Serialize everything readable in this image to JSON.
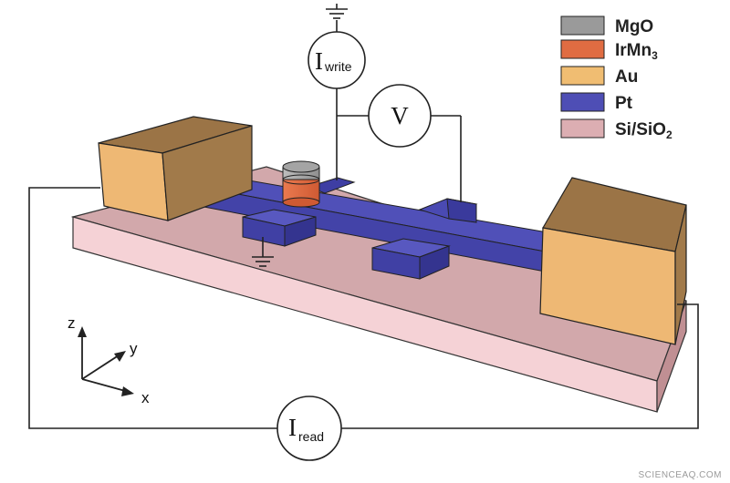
{
  "legend": {
    "items": [
      {
        "label": "MgO",
        "sub": "",
        "color": "#9a9a9a"
      },
      {
        "label": "IrMn",
        "sub": "3",
        "color": "#e06c42"
      },
      {
        "label": "Au",
        "sub": "",
        "color": "#f0bd72"
      },
      {
        "label": "Pt",
        "sub": "",
        "color": "#4e4eb5"
      },
      {
        "label": "Si/SiO",
        "sub": "2",
        "color": "#dcaeb2"
      }
    ]
  },
  "circuit": {
    "write_source": {
      "main": "I",
      "sub": "write"
    },
    "voltmeter": {
      "label": "V"
    },
    "read_source": {
      "main": "I",
      "sub": "read"
    }
  },
  "axes": {
    "x": "x",
    "y": "y",
    "z": "z"
  },
  "watermark": "SCIENCEAQ.COM"
}
